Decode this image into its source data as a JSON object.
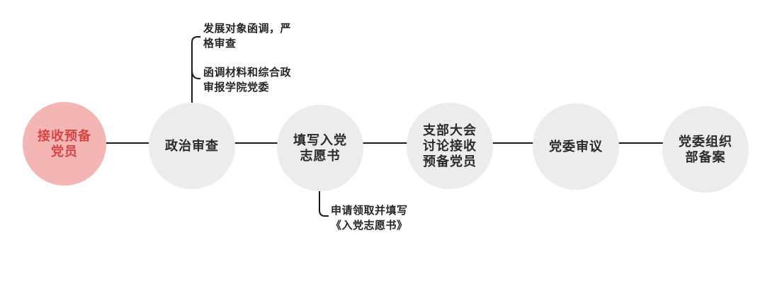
{
  "colors": {
    "background": "#ffffff",
    "connector": "#1a1a1a",
    "node_default_bg": "#ececec",
    "node_default_text": "#2b2b2b",
    "node_highlight_bg": "#f4b5b5",
    "node_highlight_text": "#d64444",
    "annotation_text": "#262626"
  },
  "nodes": [
    {
      "label": "接收预备\n党员",
      "highlighted": true
    },
    {
      "label": "政治审查",
      "highlighted": false
    },
    {
      "label": "填写入党\n志愿书",
      "highlighted": false
    },
    {
      "label": "支部大会\n讨论接收\n预备党员",
      "highlighted": false
    },
    {
      "label": "党委审议",
      "highlighted": false
    },
    {
      "label": "党委组织\n部备案",
      "highlighted": false
    }
  ],
  "annotations": [
    {
      "text": "发展对象函调，严\n格审查",
      "attached_to": "政治审查",
      "side": "top"
    },
    {
      "text": "函调材料和综合政\n审报学院党委",
      "attached_to": "政治审查",
      "side": "top"
    },
    {
      "text": "申请领取并填写\n《入党志愿书》",
      "attached_to": "填写入党志愿书",
      "side": "bottom"
    }
  ]
}
